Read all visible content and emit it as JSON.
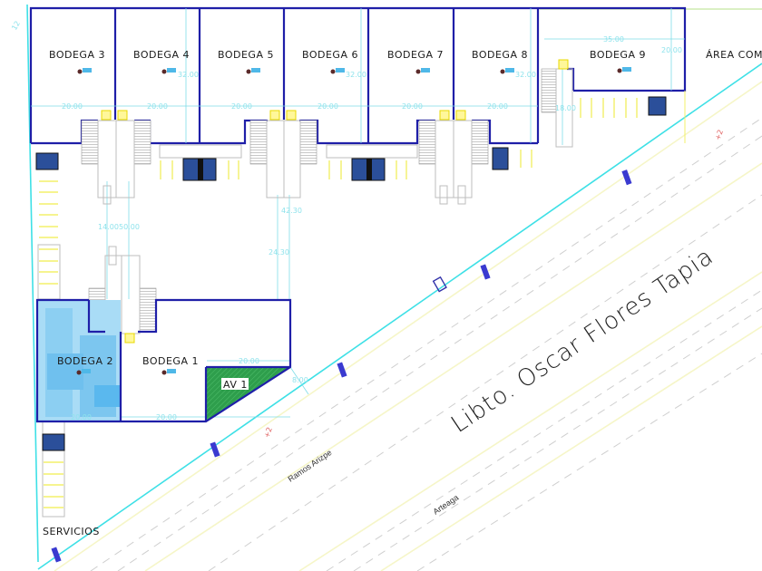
{
  "plan": {
    "title": "Site plan - Bodegas",
    "corner_label": "12",
    "units": [
      {
        "id": "bodega-3",
        "label": "BODEGA 3",
        "width_dim": "20.00"
      },
      {
        "id": "bodega-4",
        "label": "BODEGA 4",
        "width_dim": "20.00",
        "depth_dim": "32.00"
      },
      {
        "id": "bodega-5",
        "label": "BODEGA 5",
        "width_dim": "20.00"
      },
      {
        "id": "bodega-6",
        "label": "BODEGA 6",
        "width_dim": "20.00",
        "depth_dim": "32.00"
      },
      {
        "id": "bodega-7",
        "label": "BODEGA 7",
        "width_dim": "20.00"
      },
      {
        "id": "bodega-8",
        "label": "BODEGA 8",
        "width_dim": "20.00",
        "depth_dim": "32.00"
      },
      {
        "id": "bodega-9",
        "label": "BODEGA 9",
        "width_dim": "35.00",
        "depth_dim": "20.00"
      },
      {
        "id": "bodega-2",
        "label": "BODEGA 2",
        "width_dim": "20.00"
      },
      {
        "id": "bodega-1",
        "label": "BODEGA 1",
        "width_dim": "20.00"
      }
    ],
    "area_comercial": "ÁREA COME",
    "av1": {
      "label": "AV 1",
      "width_dim": "20.00",
      "setback_dim": "8.00"
    },
    "servicios": "SERVICIOS",
    "dimensions": {
      "corridor_a": "14.00",
      "corridor_b": "50.00",
      "corridor_c": "42.30",
      "corridor_d": "24.30",
      "ramp_b9": "18.00"
    },
    "streets": {
      "main": "Libto. Oscar Flores Tapia",
      "lane_1": "Ramos Arizpe",
      "lane_2": "Arteaga"
    },
    "icons": [
      "level-marker-icon",
      "accessible-parking-icon",
      "ramp-icon",
      "survey-marker-icon",
      "elevator-icon",
      "stairs-icon"
    ],
    "colors": {
      "wall": "#1f1fa8",
      "dimension": "#7fdde8",
      "property_line": "#3ee0e6",
      "parking_stripe": "#f3f06a",
      "green_area": "#2e9e4c",
      "blue_zone": "#8ccff2",
      "accessible_sign": "#2b4f9a",
      "marker_red": "#e06060"
    }
  }
}
